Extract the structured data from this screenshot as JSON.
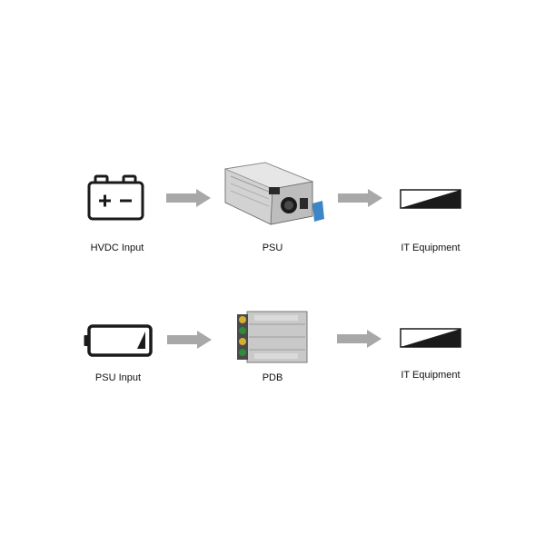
{
  "rows": [
    {
      "source_label": "HVDC Input",
      "device_label": "PSU",
      "target_label": "IT Equipment",
      "source_icon": "battery-plus-minus-icon",
      "device_icon": "power-supply-unit-icon",
      "target_icon": "it-equipment-wedge-icon"
    },
    {
      "source_label": "PSU Input",
      "device_label": "PDB",
      "target_label": "IT Equipment",
      "source_icon": "battery-charge-icon",
      "device_icon": "power-distribution-board-icon",
      "target_icon": "it-equipment-wedge-icon"
    }
  ],
  "colors": {
    "icon_stroke": "#1a1a1a",
    "arrow": "#a8a8a8",
    "device_metal": "#c8c8c8",
    "handle_blue": "#3d86c6"
  }
}
